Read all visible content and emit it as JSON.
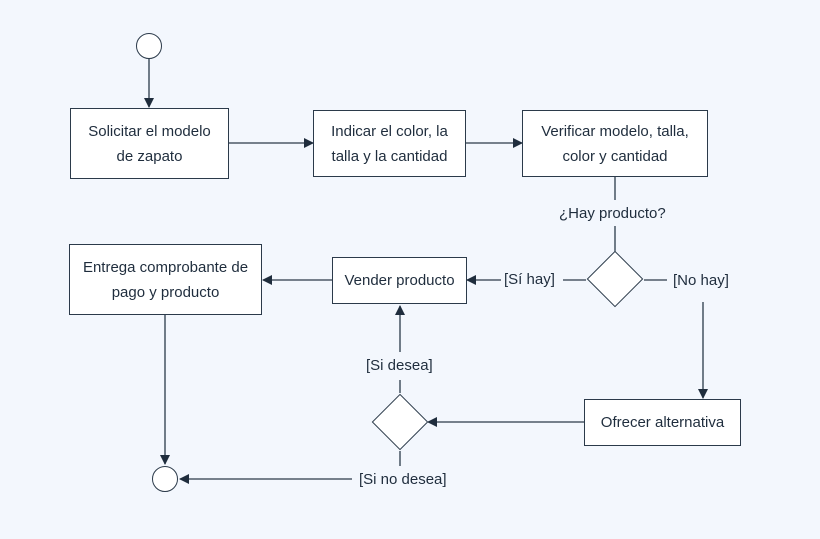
{
  "nodes": {
    "solicitar": "Solicitar el modelo de zapato",
    "indicar": "Indicar el color, la talla y la cantidad",
    "verificar": "Verificar modelo, talla, color y cantidad",
    "vender": "Vender producto",
    "entrega": "Entrega comprobante de pago y producto",
    "ofrecer": "Ofrecer alternativa"
  },
  "labels": {
    "hay_producto": "¿Hay producto?",
    "si_hay": "[Sí hay]",
    "no_hay": "[No hay]",
    "si_desea": "[Si desea]",
    "si_no_desea": "[Si no desea]"
  },
  "colors": {
    "line": "#2b3a4a",
    "background": "#f3f7fd",
    "node_fill": "#ffffff"
  }
}
